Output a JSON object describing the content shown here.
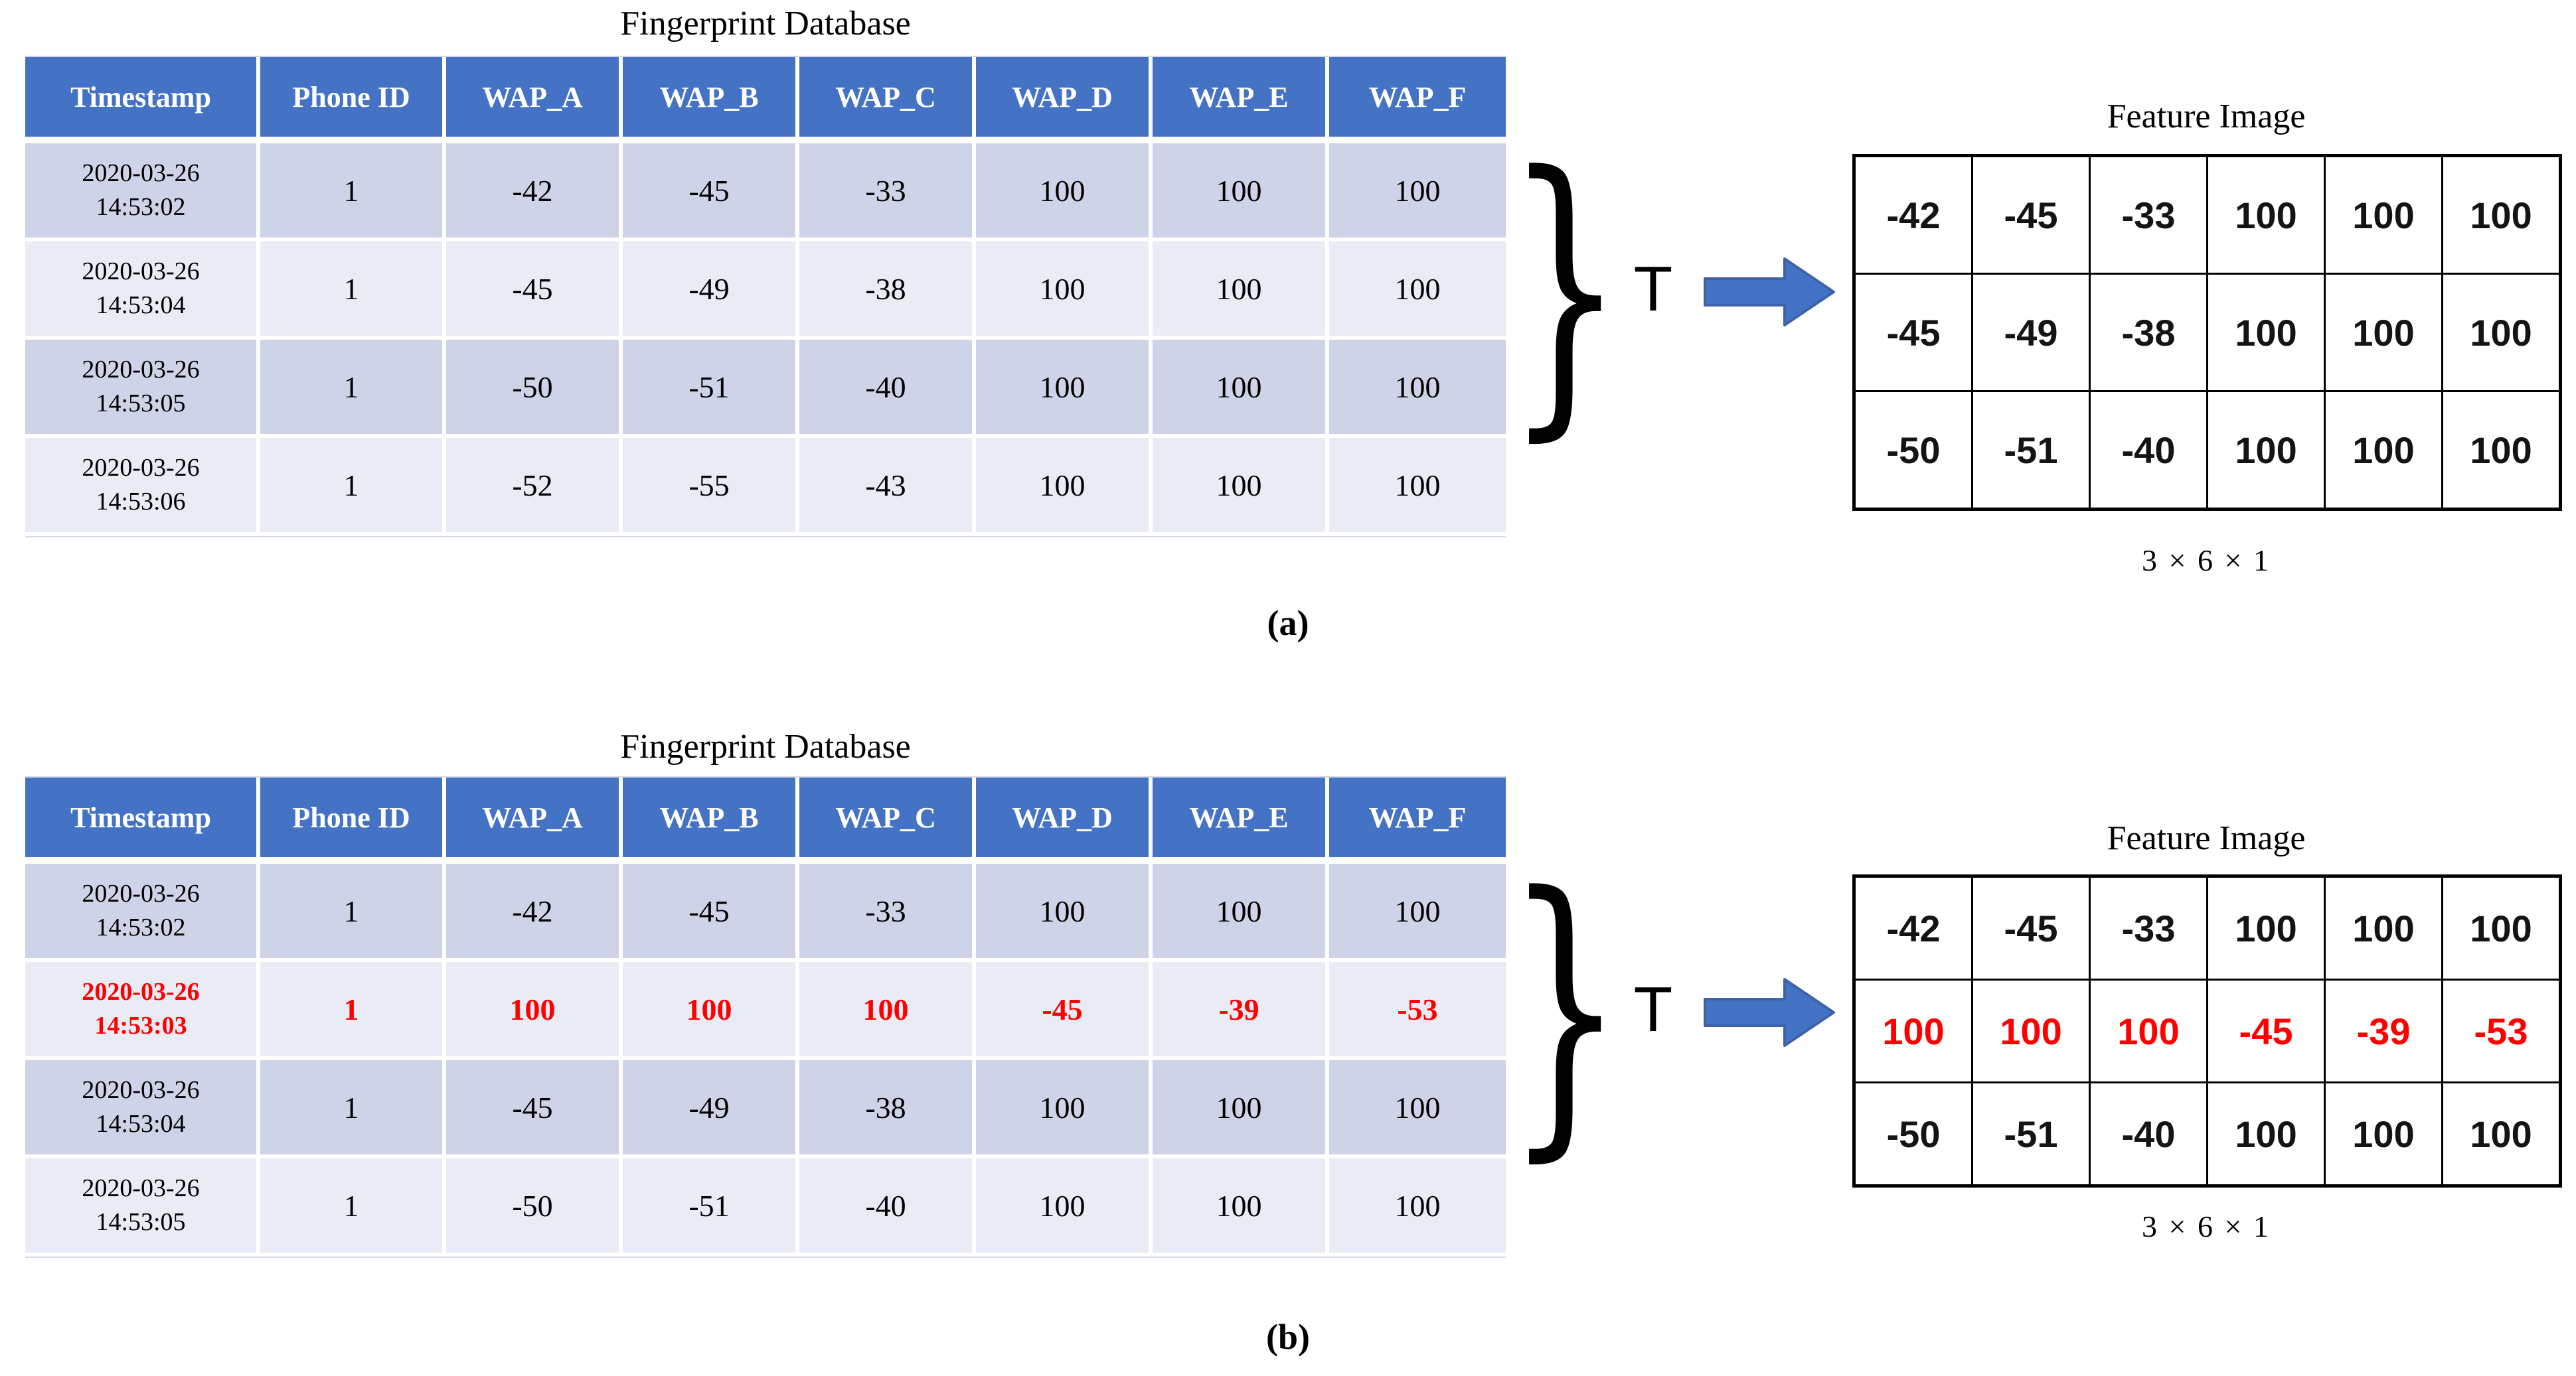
{
  "colors": {
    "header_blue": "#4472C4",
    "band_dark": "#CFD3E7",
    "band_light": "#E9EBF5",
    "highlight_red": "#FF0000",
    "arrow_blue": "#4472C4"
  },
  "sections": {
    "a": {
      "db_title": "Fingerprint Database",
      "columns": [
        "Timestamp",
        "Phone ID",
        "WAP_A",
        "WAP_B",
        "WAP_C",
        "WAP_D",
        "WAP_E",
        "WAP_F"
      ],
      "rows": [
        {
          "date": "2020-03-26",
          "time": "14:53:02",
          "cells": [
            "1",
            "-42",
            "-45",
            "-33",
            "100",
            "100",
            "100"
          ],
          "highlight": false
        },
        {
          "date": "2020-03-26",
          "time": "14:53:04",
          "cells": [
            "1",
            "-45",
            "-49",
            "-38",
            "100",
            "100",
            "100"
          ],
          "highlight": false
        },
        {
          "date": "2020-03-26",
          "time": "14:53:05",
          "cells": [
            "1",
            "-50",
            "-51",
            "-40",
            "100",
            "100",
            "100"
          ],
          "highlight": false
        },
        {
          "date": "2020-03-26",
          "time": "14:53:06",
          "cells": [
            "1",
            "-52",
            "-55",
            "-43",
            "100",
            "100",
            "100"
          ],
          "highlight": false
        }
      ],
      "transform_label": "T",
      "feature_title": "Feature Image",
      "matrix": [
        [
          "-42",
          "-45",
          "-33",
          "100",
          "100",
          "100"
        ],
        [
          "-45",
          "-49",
          "-38",
          "100",
          "100",
          "100"
        ],
        [
          "-50",
          "-51",
          "-40",
          "100",
          "100",
          "100"
        ]
      ],
      "dims_label": "3 × 6 × 1",
      "sub_label": "(a)"
    },
    "b": {
      "db_title": "Fingerprint Database",
      "columns": [
        "Timestamp",
        "Phone ID",
        "WAP_A",
        "WAP_B",
        "WAP_C",
        "WAP_D",
        "WAP_E",
        "WAP_F"
      ],
      "rows": [
        {
          "date": "2020-03-26",
          "time": "14:53:02",
          "cells": [
            "1",
            "-42",
            "-45",
            "-33",
            "100",
            "100",
            "100"
          ],
          "highlight": false
        },
        {
          "date": "2020-03-26",
          "time": "14:53:03",
          "cells": [
            "1",
            "100",
            "100",
            "100",
            "-45",
            "-39",
            "-53"
          ],
          "highlight": true
        },
        {
          "date": "2020-03-26",
          "time": "14:53:04",
          "cells": [
            "1",
            "-45",
            "-49",
            "-38",
            "100",
            "100",
            "100"
          ],
          "highlight": false
        },
        {
          "date": "2020-03-26",
          "time": "14:53:05",
          "cells": [
            "1",
            "-50",
            "-51",
            "-40",
            "100",
            "100",
            "100"
          ],
          "highlight": false
        }
      ],
      "transform_label": "T",
      "feature_title": "Feature Image",
      "matrix": [
        [
          "-42",
          "-45",
          "-33",
          "100",
          "100",
          "100"
        ],
        [
          "100",
          "100",
          "100",
          "-45",
          "-39",
          "-53"
        ],
        [
          "-50",
          "-51",
          "-40",
          "100",
          "100",
          "100"
        ]
      ],
      "matrix_highlight_row": 1,
      "dims_label": "3 × 6 × 1",
      "sub_label": "(b)"
    }
  }
}
